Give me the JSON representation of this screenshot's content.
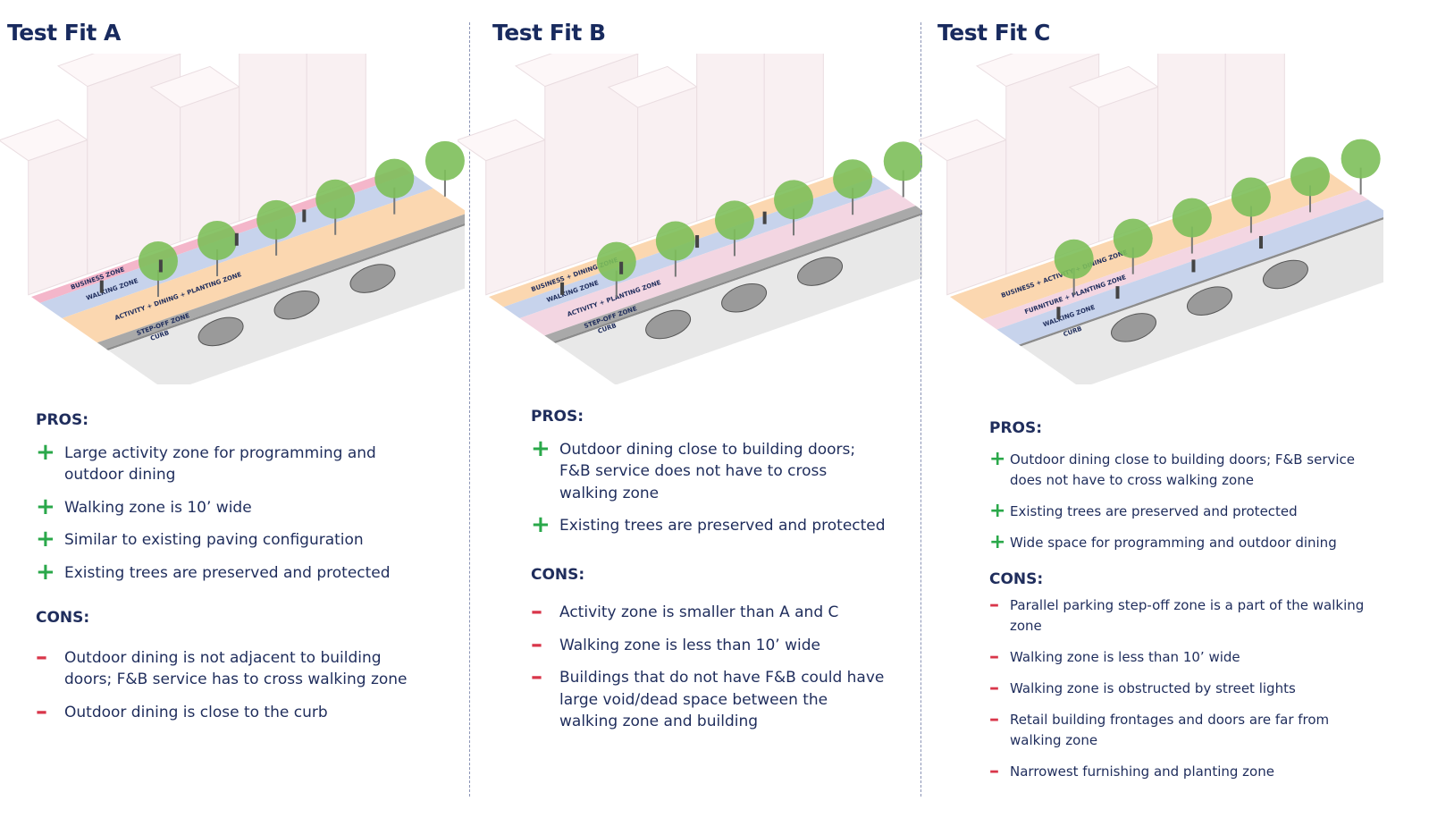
{
  "colors": {
    "title": "#182a5e",
    "plus": "#2aa84a",
    "minus": "#d9364a",
    "business": "#f4b6ca",
    "walking": "#c7d3ec",
    "activity": "#fbd7b0",
    "planting": "#f3d6e2",
    "stepoff": "#a9a9a9",
    "road": "#e8e8e8",
    "building": "#f9f0f2",
    "tree": "#7dbf5a"
  },
  "panels": [
    {
      "title": "Test Fit A",
      "zones": [
        {
          "label": "BUSINESS ZONE",
          "color": "#f4b6ca"
        },
        {
          "label": "WALKING ZONE",
          "color": "#c7d3ec"
        },
        {
          "label": "ACTIVITY + DINING + PLANTING ZONE",
          "color": "#fbd7b0"
        },
        {
          "label": "STEP-OFF ZONE",
          "color": "#a9a9a9"
        }
      ],
      "curb_label": "CURB",
      "pros_heading": "PROS:",
      "pros": [
        "Large activity zone for programming and outdoor dining",
        "Walking zone is 10’ wide",
        "Similar to existing paving configuration",
        "Existing trees are preserved and protected"
      ],
      "cons_heading": "CONS:",
      "cons": [
        "Outdoor dining is not adjacent to building doors; F&B service has to cross walking zone",
        "Outdoor dining is close to the curb"
      ]
    },
    {
      "title": "Test Fit B",
      "zones": [
        {
          "label": "BUSINESS + DINING ZONE",
          "color": "#fbd7b0"
        },
        {
          "label": "WALKING ZONE",
          "color": "#c7d3ec"
        },
        {
          "label": "ACTIVITY + PLANTING ZONE",
          "color": "#f3d6e2"
        },
        {
          "label": "STEP-OFF ZONE",
          "color": "#a9a9a9"
        }
      ],
      "curb_label": "CURB",
      "pros_heading": "PROS:",
      "pros": [
        "Outdoor dining close to building doors; F&B service does not have to cross walking zone",
        "Existing trees are preserved and protected"
      ],
      "cons_heading": "CONS:",
      "cons": [
        "Activity zone is smaller than A and C",
        "Walking zone is less than 10’ wide",
        "Buildings that do not have F&B could have large void/dead space between the walking zone and building"
      ]
    },
    {
      "title": "Test Fit C",
      "zones": [
        {
          "label": "BUSINESS + ACTIVITY + DINING ZONE",
          "color": "#fbd7b0"
        },
        {
          "label": "FURNITURE + PLANTING ZONE",
          "color": "#f3d6e2"
        },
        {
          "label": "WALKING ZONE",
          "color": "#c7d3ec"
        }
      ],
      "curb_label": "CURB",
      "pros_heading": "PROS:",
      "pros": [
        "Outdoor dining close to building doors; F&B service does not have to cross walking zone",
        "Existing trees are preserved and protected",
        "Wide space for programming and outdoor dining"
      ],
      "cons_heading": "CONS:",
      "cons": [
        "Parallel parking step-off zone is a part of the walking zone",
        "Walking zone is less than 10’ wide",
        "Walking zone is obstructed by street lights",
        "Retail building frontages and doors are far from walking zone",
        "Narrowest furnishing and planting zone"
      ]
    }
  ]
}
